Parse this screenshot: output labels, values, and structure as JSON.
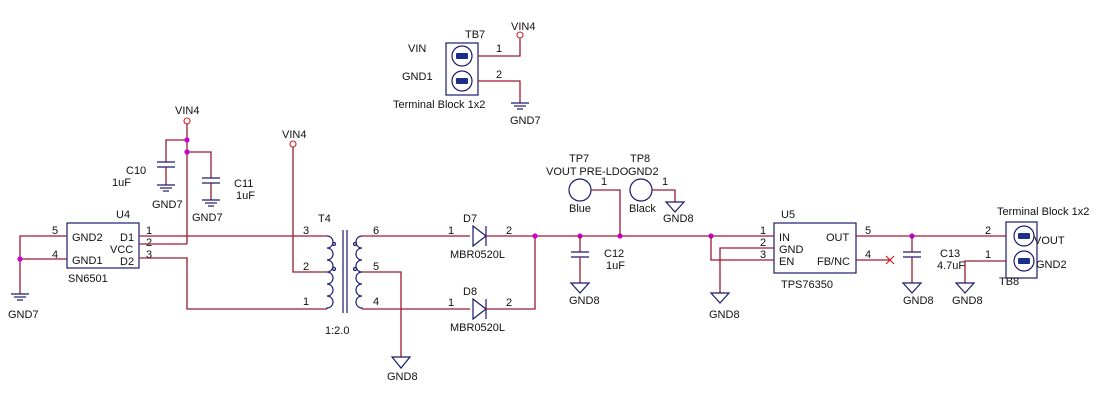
{
  "components": {
    "tb7": {
      "ref": "TB7",
      "desc": "Terminal Block 1x2",
      "pin_labels": [
        "VIN",
        "GND1"
      ],
      "pins": [
        "1",
        "2"
      ]
    },
    "u4": {
      "ref": "U4",
      "part": "SN6501",
      "left_pins": [
        {
          "name": "GND2",
          "num": "5"
        },
        {
          "name": "GND1",
          "num": "4"
        }
      ],
      "right_pins": [
        {
          "name": "D1",
          "num": "1"
        },
        {
          "name": "VCC",
          "num": "2"
        },
        {
          "name": "D2",
          "num": "3"
        }
      ]
    },
    "c10": {
      "ref": "C10",
      "value": "1uF"
    },
    "c11": {
      "ref": "C11",
      "value": "1uF"
    },
    "t4": {
      "ref": "T4",
      "ratio": "1:2.0",
      "primary_pins": [
        "3",
        "2",
        "1"
      ],
      "secondary_pins": [
        "6",
        "5",
        "4"
      ]
    },
    "d7": {
      "ref": "D7",
      "part": "MBR0520L",
      "pins": [
        "1",
        "2"
      ]
    },
    "d8": {
      "ref": "D8",
      "part": "MBR0520L",
      "pins": [
        "1",
        "2"
      ]
    },
    "tp7": {
      "ref": "TP7",
      "label": "VOUT PRE-LDO",
      "pin": "1",
      "color": "Blue"
    },
    "tp8": {
      "ref": "TP8",
      "label": "GND2",
      "pin": "1",
      "color": "Black"
    },
    "c12": {
      "ref": "C12",
      "value": "1uF"
    },
    "u5": {
      "ref": "U5",
      "part": "TPS76350",
      "left_pins": [
        {
          "name": "IN",
          "num": "1"
        },
        {
          "name": "GND",
          "num": "2"
        },
        {
          "name": "EN",
          "num": "3"
        }
      ],
      "right_pins": [
        {
          "name": "OUT",
          "num": "5"
        },
        {
          "name": "FB/NC",
          "num": "4"
        }
      ]
    },
    "c13": {
      "ref": "C13",
      "value": "4.7uF"
    },
    "tb8": {
      "ref": "TB8",
      "desc": "Terminal Block 1x2",
      "pin_labels": [
        "VOUT",
        "GND2"
      ],
      "pins": [
        "2",
        "1"
      ]
    }
  },
  "nets": {
    "vin4_tb7": "VIN4",
    "gnd7_tb7": "GND7",
    "vin4_caps": "VIN4",
    "gnd7_c10": "GND7",
    "gnd7_c11": "GND7",
    "gnd7_u4": "GND7",
    "vin4_t4": "VIN4",
    "gnd8_t4": "GND8",
    "gnd8_tp8": "GND8",
    "gnd8_c12": "GND8",
    "gnd8_u5": "GND8",
    "gnd8_c13": "GND8",
    "gnd8_tb8": "GND8"
  },
  "colors": {
    "wire": "#9b1b30",
    "body": "#1a1a6e",
    "terminal": "#cc2222",
    "junction": "#cc00cc",
    "tb_contact": "#1a2e8a"
  }
}
